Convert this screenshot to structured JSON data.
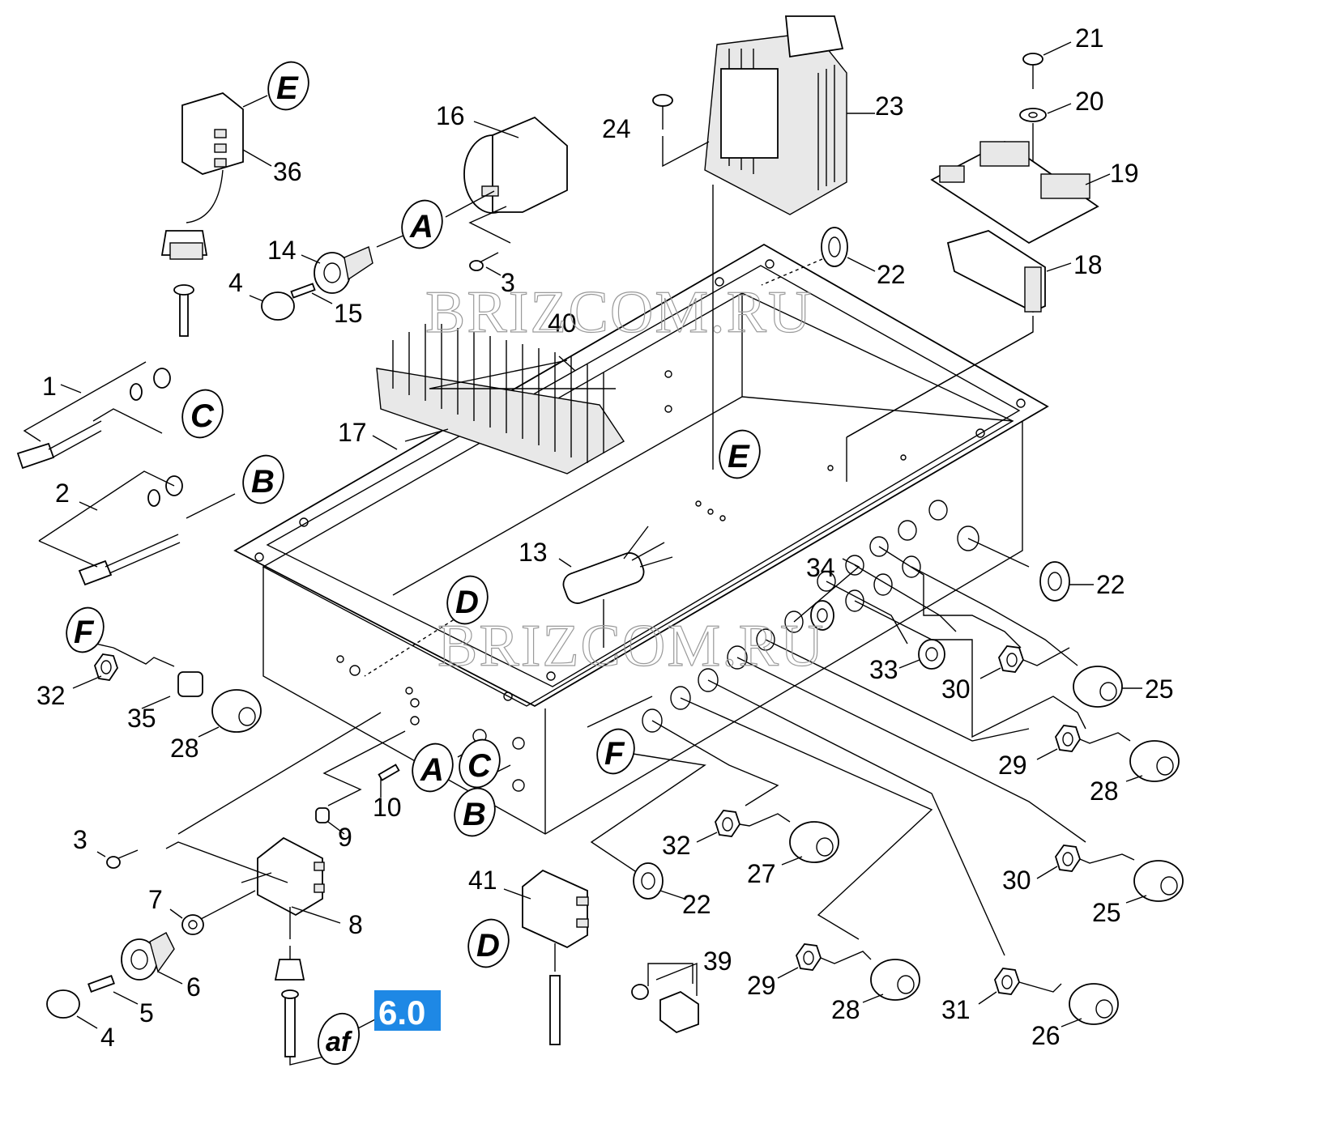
{
  "watermark": "BRIZCOM.RU",
  "badge": {
    "label": "6.0",
    "color": "#1e88e5"
  },
  "part_numbers": {
    "p1": "1",
    "p2": "2",
    "p3a": "3",
    "p3b": "3",
    "p4a": "4",
    "p4b": "4",
    "p5": "5",
    "p6": "6",
    "p7": "7",
    "p8": "8",
    "p9": "9",
    "p10": "10",
    "p13": "13",
    "p14": "14",
    "p15": "15",
    "p16": "16",
    "p17": "17",
    "p18": "18",
    "p19": "19",
    "p20": "20",
    "p21": "21",
    "p22a": "22",
    "p22b": "22",
    "p22c": "22",
    "p23": "23",
    "p24": "24",
    "p25a": "25",
    "p25b": "25",
    "p26": "26",
    "p27": "27",
    "p28a": "28",
    "p28b": "28",
    "p28c": "28",
    "p29a": "29",
    "p29b": "29",
    "p30a": "30",
    "p30b": "30",
    "p31": "31",
    "p32a": "32",
    "p32b": "32",
    "p33": "33",
    "p34": "34",
    "p35": "35",
    "p36": "36",
    "p39": "39",
    "p40": "40",
    "p41": "41"
  },
  "callouts": {
    "A1": "A",
    "A2": "A",
    "B1": "B",
    "B2": "B",
    "C1": "C",
    "C2": "C",
    "D1": "D",
    "D2": "D",
    "E1": "E",
    "E2": "E",
    "F1": "F",
    "F2": "F",
    "af": "af"
  }
}
